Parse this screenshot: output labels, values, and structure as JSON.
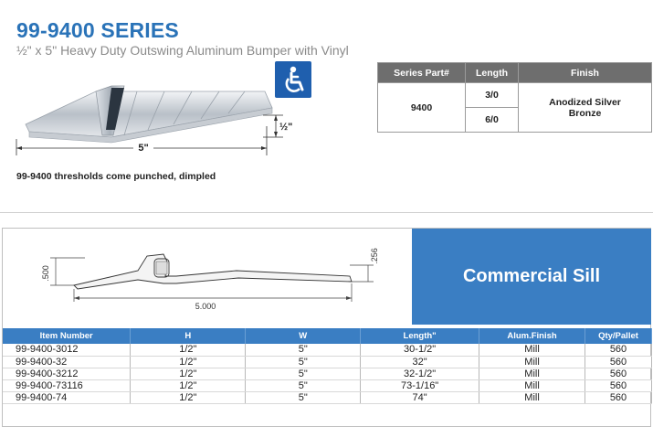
{
  "header": {
    "title": "99-9400 SERIES",
    "subtitle": "½\" x 5\" Heavy Duty Outswing Aluminum Bumper with Vinyl"
  },
  "profile": {
    "width_label": "5\"",
    "height_label": "½\""
  },
  "note": "99-9400 thresholds come punched, dimpled",
  "spec_table": {
    "headers": [
      "Series Part#",
      "Length",
      "Finish"
    ],
    "part": "9400",
    "lengths": [
      "3/0",
      "6/0"
    ],
    "finish_line1": "Anodized Silver",
    "finish_line2": "Bronze"
  },
  "drawing": {
    "height_dim": ".500",
    "width_dim": "5.000",
    "right_dim": ".256"
  },
  "banner": "Commercial Sill",
  "items_table": {
    "headers": [
      "Item Number",
      "H",
      "W",
      "Length\"",
      "Alum.Finish",
      "Qty/Pallet"
    ],
    "rows": [
      [
        "99-9400-3012",
        "1/2\"",
        "5\"",
        "30-1/2\"",
        "Mill",
        "560"
      ],
      [
        "99-9400-32",
        "1/2\"",
        "5\"",
        "32\"",
        "Mill",
        "560"
      ],
      [
        "99-9400-3212",
        "1/2\"",
        "5\"",
        "32-1/2\"",
        "Mill",
        "560"
      ],
      [
        "99-9400-73116",
        "1/2\"",
        "5\"",
        "73-1/16\"",
        "Mill",
        "560"
      ],
      [
        "99-9400-74",
        "1/2\"",
        "5\"",
        "74\"",
        "Mill",
        "560"
      ]
    ]
  },
  "colors": {
    "accent": "#3a7ec3",
    "title_blue": "#2a73b8",
    "header_gray": "#6e6e6e"
  }
}
